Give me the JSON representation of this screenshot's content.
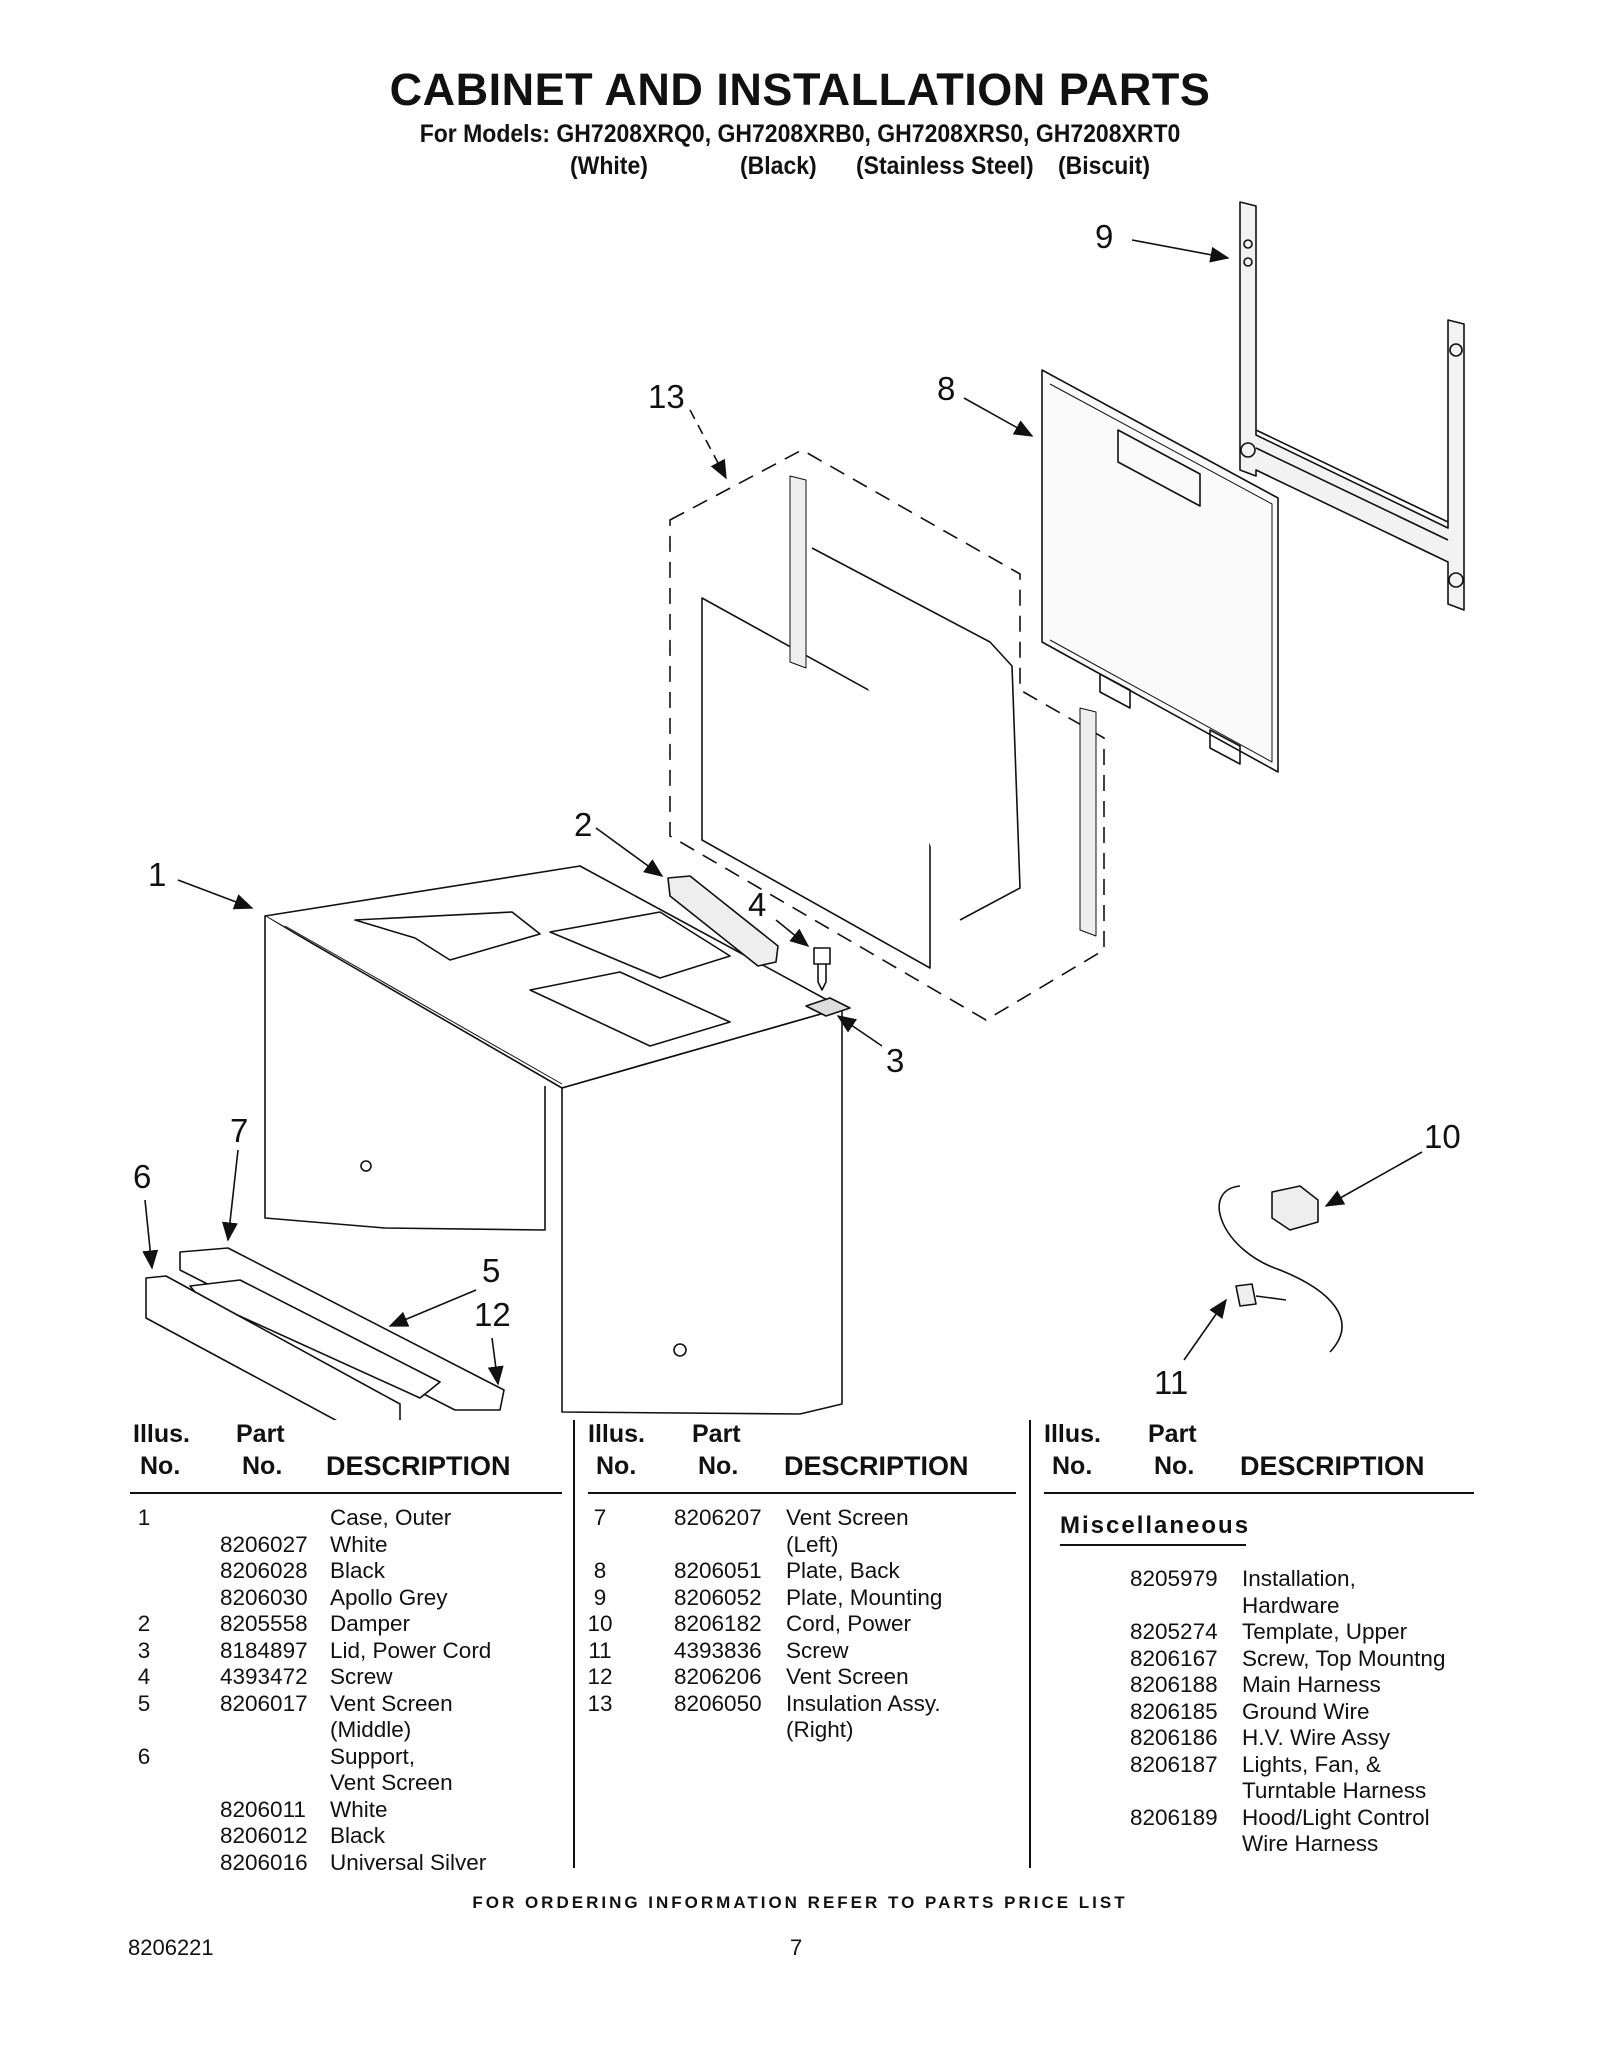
{
  "header": {
    "title": "CABINET AND INSTALLATION PARTS",
    "models": "For Models: GH7208XRQ0, GH7208XRB0, GH7208XRS0, GH7208XRT0",
    "colors": [
      "(White)",
      "(Black)",
      "(Stainless Steel)",
      "(Biscuit)"
    ]
  },
  "diagram": {
    "callouts": [
      "1",
      "2",
      "3",
      "4",
      "5",
      "6",
      "7",
      "8",
      "9",
      "10",
      "11",
      "12",
      "13"
    ]
  },
  "table": {
    "headers": {
      "illus": "Illus.",
      "no": "No.",
      "part": "Part",
      "part_no": "No.",
      "description": "DESCRIPTION"
    },
    "col1": [
      {
        "illus": "1",
        "part": "",
        "desc": "Case, Outer"
      },
      {
        "illus": "",
        "part": "8206027",
        "desc": "White"
      },
      {
        "illus": "",
        "part": "8206028",
        "desc": "Black"
      },
      {
        "illus": "",
        "part": "8206030",
        "desc": "Apollo Grey"
      },
      {
        "illus": "2",
        "part": "8205558",
        "desc": "Damper"
      },
      {
        "illus": "3",
        "part": "8184897",
        "desc": "Lid, Power Cord"
      },
      {
        "illus": "4",
        "part": "4393472",
        "desc": "Screw"
      },
      {
        "illus": "5",
        "part": "8206017",
        "desc": "Vent Screen"
      },
      {
        "illus": "",
        "part": "",
        "desc": "(Middle)"
      },
      {
        "illus": "6",
        "part": "",
        "desc": "Support,"
      },
      {
        "illus": "",
        "part": "",
        "desc": "Vent Screen"
      },
      {
        "illus": "",
        "part": "8206011",
        "desc": "White"
      },
      {
        "illus": "",
        "part": "8206012",
        "desc": "Black"
      },
      {
        "illus": "",
        "part": "8206016",
        "desc": "Universal Silver"
      }
    ],
    "col2": [
      {
        "illus": "7",
        "part": "8206207",
        "desc": "Vent Screen"
      },
      {
        "illus": "",
        "part": "",
        "desc": "(Left)"
      },
      {
        "illus": "8",
        "part": "8206051",
        "desc": "Plate, Back"
      },
      {
        "illus": "9",
        "part": "8206052",
        "desc": "Plate, Mounting"
      },
      {
        "illus": "10",
        "part": "8206182",
        "desc": "Cord, Power"
      },
      {
        "illus": "11",
        "part": "4393836",
        "desc": "Screw"
      },
      {
        "illus": "12",
        "part": "8206206",
        "desc": "Vent Screen"
      },
      {
        "illus": "13",
        "part": "8206050",
        "desc": "Insulation Assy."
      },
      {
        "illus": "",
        "part": "",
        "desc": "(Right)"
      }
    ],
    "misc_title": "Miscellaneous",
    "col3": [
      {
        "part": "8205979",
        "desc": "Installation,"
      },
      {
        "part": "",
        "desc": "Hardware"
      },
      {
        "part": "8205274",
        "desc": "Template, Upper"
      },
      {
        "part": "8206167",
        "desc": "Screw, Top Mountng"
      },
      {
        "part": "8206188",
        "desc": "Main Harness"
      },
      {
        "part": "8206185",
        "desc": "Ground Wire"
      },
      {
        "part": "8206186",
        "desc": "H.V. Wire Assy"
      },
      {
        "part": "8206187",
        "desc": "Lights, Fan, &"
      },
      {
        "part": "",
        "desc": "Turntable Harness"
      },
      {
        "part": "8206189",
        "desc": "Hood/Light Control"
      },
      {
        "part": "",
        "desc": "Wire Harness"
      }
    ]
  },
  "footer": {
    "ordering": "FOR ORDERING INFORMATION REFER TO PARTS PRICE LIST",
    "doc_number": "8206221",
    "page": "7"
  }
}
